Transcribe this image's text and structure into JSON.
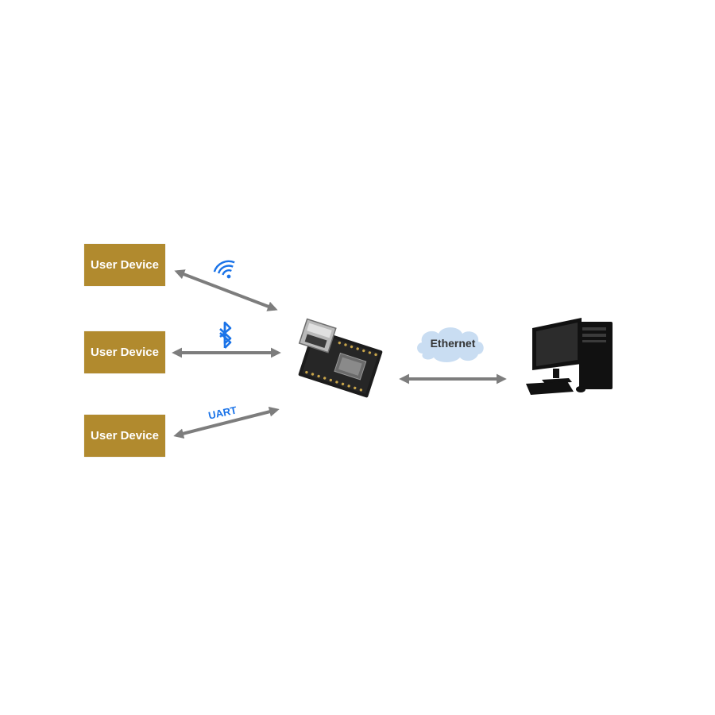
{
  "user_devices": [
    {
      "label": "User Device"
    },
    {
      "label": "User Device"
    },
    {
      "label": "User Device"
    }
  ],
  "links": {
    "wifi_icon": "wifi-icon",
    "bluetooth_icon": "bluetooth-icon",
    "uart_label": "UART",
    "ethernet_label": "Ethernet"
  },
  "colors": {
    "device_box": "#b18a2e",
    "arrow": "#7d7d7d",
    "icon_blue": "#1a73e8",
    "cloud": "#c9ddf2",
    "computer": "#111111"
  }
}
